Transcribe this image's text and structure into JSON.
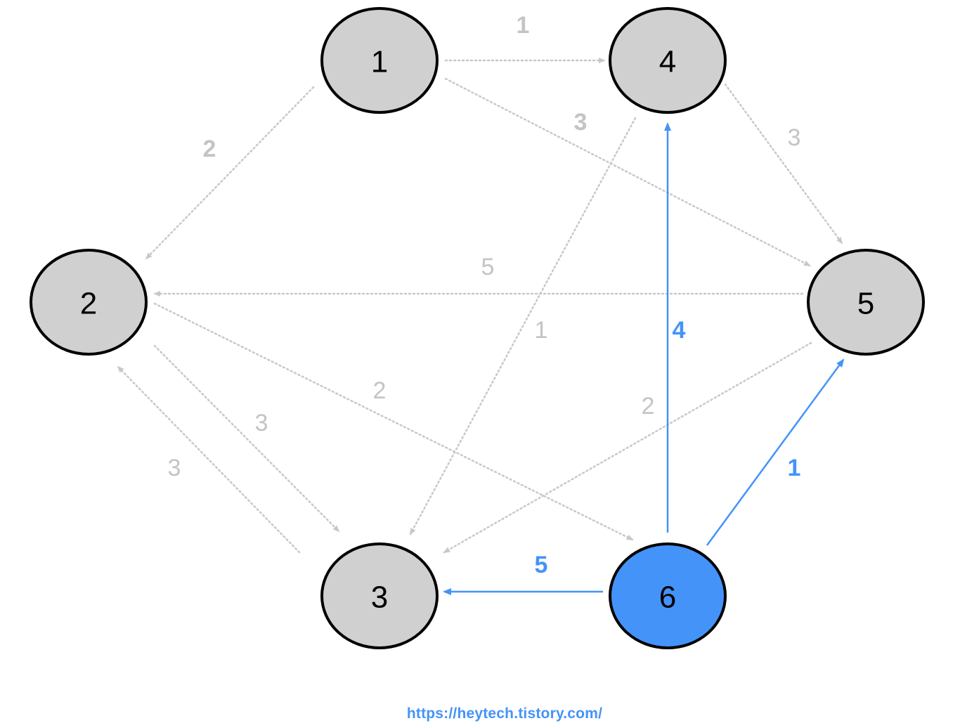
{
  "colors": {
    "inactive_node_fill": "#d0d0d0",
    "active_node_fill": "#4493f8",
    "node_stroke": "#000000",
    "inactive_edge": "#c8c8c8",
    "active_edge": "#4493f8",
    "inactive_label": "#c4c4c4",
    "active_label": "#4493f8",
    "credit": "#4493f8"
  },
  "nodes": [
    {
      "id": "1",
      "label": "1",
      "active": false
    },
    {
      "id": "2",
      "label": "2",
      "active": false
    },
    {
      "id": "3",
      "label": "3",
      "active": false
    },
    {
      "id": "4",
      "label": "4",
      "active": false
    },
    {
      "id": "5",
      "label": "5",
      "active": false
    },
    {
      "id": "6",
      "label": "6",
      "active": true
    }
  ],
  "edges": [
    {
      "from": "1",
      "to": "4",
      "weight": "1",
      "active": false
    },
    {
      "from": "1",
      "to": "2",
      "weight": "2",
      "active": false
    },
    {
      "from": "1",
      "to": "5",
      "weight": "3",
      "active": false
    },
    {
      "from": "4",
      "to": "5",
      "weight": "3",
      "active": false
    },
    {
      "from": "4",
      "to": "3",
      "weight": "1",
      "active": false
    },
    {
      "from": "5",
      "to": "2",
      "weight": "5",
      "active": false
    },
    {
      "from": "2",
      "to": "6",
      "weight": "2",
      "active": false
    },
    {
      "from": "2",
      "to": "3",
      "weight": "3",
      "active": false
    },
    {
      "from": "3",
      "to": "2",
      "weight": "3",
      "active": false
    },
    {
      "from": "5",
      "to": "3",
      "weight": "2",
      "active": false
    },
    {
      "from": "6",
      "to": "4",
      "weight": "4",
      "active": true
    },
    {
      "from": "6",
      "to": "5",
      "weight": "1",
      "active": true
    },
    {
      "from": "6",
      "to": "3",
      "weight": "5",
      "active": true
    }
  ],
  "credit": "https://heytech.tistory.com/"
}
